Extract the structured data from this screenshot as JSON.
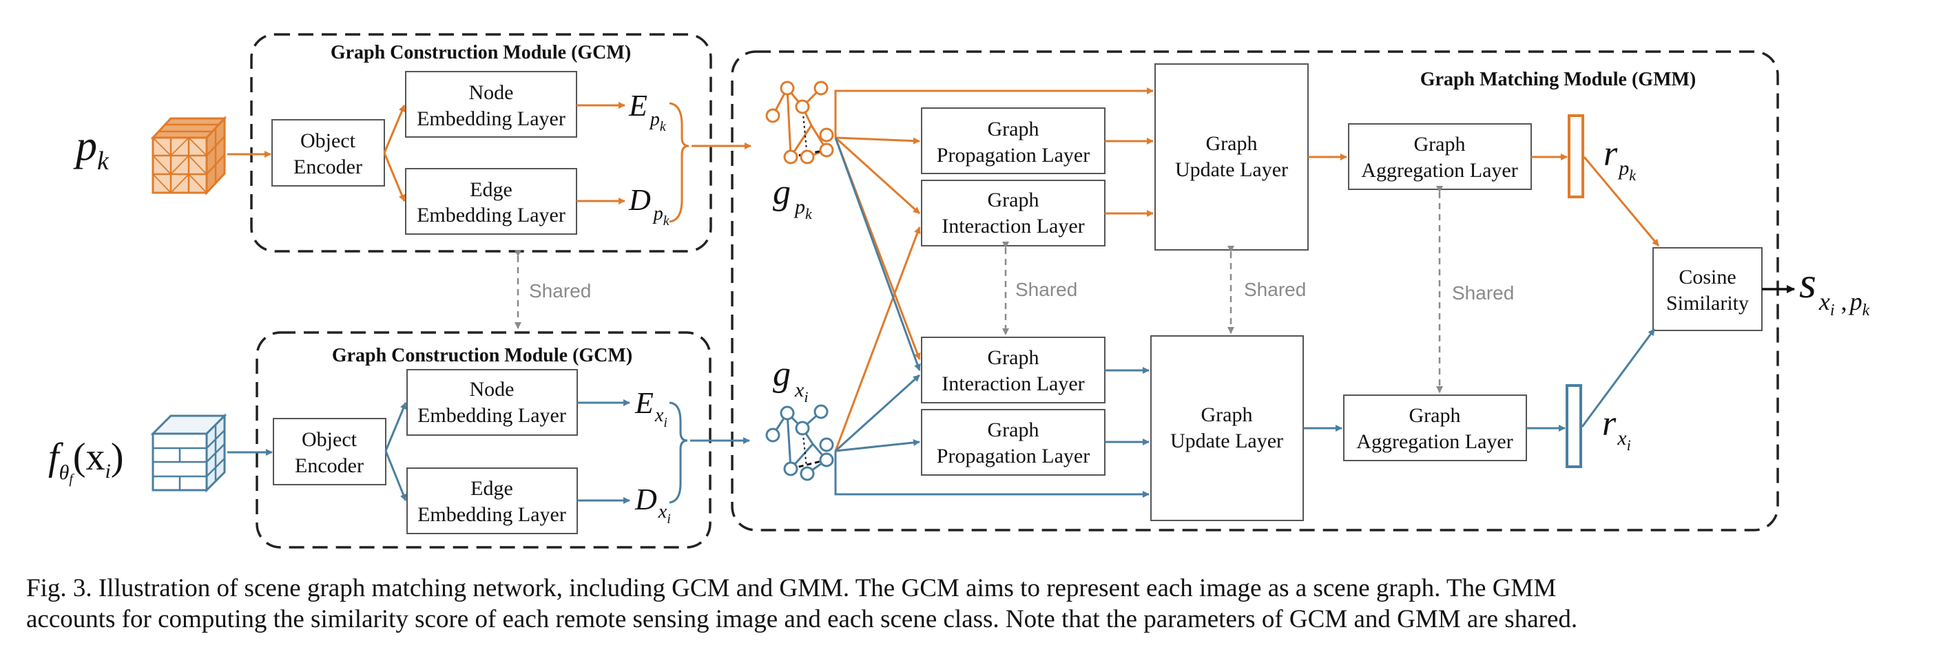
{
  "colors": {
    "orange": "#e07b2a",
    "blue": "#4a7fa0",
    "shared_gray": "#8a8a8a",
    "box_border": "#555555"
  },
  "gcm": {
    "title": "Graph Construction Module (GCM)",
    "object_encoder": [
      "Object",
      "Encoder"
    ],
    "node_embedding": [
      "Node",
      "Embedding Layer"
    ],
    "edge_embedding": [
      "Edge",
      "Embedding Layer"
    ]
  },
  "gmm": {
    "title": "Graph Matching Module (GMM)",
    "propagation": [
      "Graph",
      "Propagation Layer"
    ],
    "interaction": [
      "Graph",
      "Interaction  Layer"
    ],
    "update": [
      "Graph",
      "Update  Layer"
    ],
    "aggregation": [
      "Graph",
      "Aggregation  Layer"
    ],
    "cosine": [
      "Cosine",
      "Similarity"
    ]
  },
  "shared_label": "Shared",
  "symbols": {
    "top_input": {
      "base": "p",
      "sub": "k"
    },
    "bottom_input": {
      "base": "f",
      "sub": "θ",
      "subsub": "f",
      "arg": "(x",
      "arg_sub": "i",
      "close": ")"
    },
    "E_top": {
      "base": "E",
      "sub": "p",
      "subsub": "k"
    },
    "D_top": {
      "base": "D",
      "sub": "p",
      "subsub": "k"
    },
    "E_bottom": {
      "base": "E",
      "sub": "x",
      "subsub": "i"
    },
    "D_bottom": {
      "base": "D",
      "sub": "x",
      "subsub": "i"
    },
    "g_top": {
      "base": "g",
      "sub": "p",
      "subsub": "k"
    },
    "g_bottom": {
      "base": "g",
      "sub": "x",
      "subsub": "i"
    },
    "r_top": {
      "base": "r",
      "sub": "p",
      "subsub": "k"
    },
    "r_bottom": {
      "base": "r",
      "sub": "x",
      "subsub": "i"
    },
    "score": {
      "base": "s",
      "sub1": "x",
      "sub1sub": "i",
      "sep": " ,",
      "sub2": "p",
      "sub2sub": "k"
    }
  },
  "caption": {
    "line1": "Fig. 3.   Illustration of scene graph matching network, including GCM and GMM. The GCM aims to represent each image as a scene graph. The GMM",
    "line2": "accounts for computing the similarity score of each remote sensing image and each scene class. Note that the parameters of GCM and GMM are shared."
  }
}
